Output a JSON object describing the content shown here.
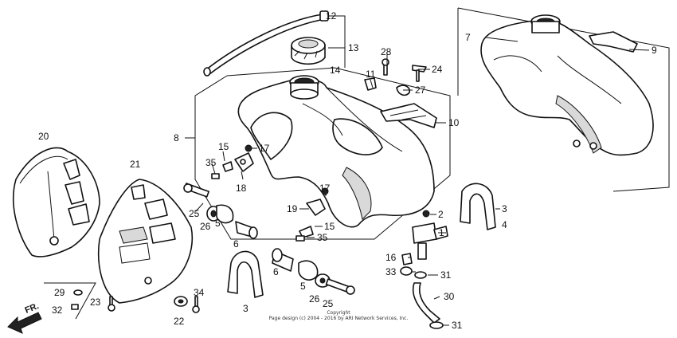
{
  "callouts": [
    {
      "id": "1",
      "label": "1"
    },
    {
      "id": "2",
      "label": "2"
    },
    {
      "id": "3a",
      "label": "3"
    },
    {
      "id": "3b",
      "label": "3"
    },
    {
      "id": "4",
      "label": "4"
    },
    {
      "id": "5a",
      "label": "5"
    },
    {
      "id": "5b",
      "label": "5"
    },
    {
      "id": "6a",
      "label": "6"
    },
    {
      "id": "6b",
      "label": "6"
    },
    {
      "id": "7",
      "label": "7"
    },
    {
      "id": "8",
      "label": "8"
    },
    {
      "id": "9",
      "label": "9"
    },
    {
      "id": "10",
      "label": "10"
    },
    {
      "id": "11",
      "label": "11"
    },
    {
      "id": "12",
      "label": "12"
    },
    {
      "id": "13",
      "label": "13"
    },
    {
      "id": "14",
      "label": "14"
    },
    {
      "id": "15a",
      "label": "15"
    },
    {
      "id": "15b",
      "label": "15"
    },
    {
      "id": "16",
      "label": "16"
    },
    {
      "id": "17a",
      "label": "17"
    },
    {
      "id": "17b",
      "label": "17"
    },
    {
      "id": "18",
      "label": "18"
    },
    {
      "id": "19",
      "label": "19"
    },
    {
      "id": "20",
      "label": "20"
    },
    {
      "id": "21",
      "label": "21"
    },
    {
      "id": "22",
      "label": "22"
    },
    {
      "id": "23",
      "label": "23"
    },
    {
      "id": "24",
      "label": "24"
    },
    {
      "id": "25a",
      "label": "25"
    },
    {
      "id": "25b",
      "label": "25"
    },
    {
      "id": "26a",
      "label": "26"
    },
    {
      "id": "26b",
      "label": "26"
    },
    {
      "id": "27",
      "label": "27"
    },
    {
      "id": "28",
      "label": "28"
    },
    {
      "id": "29",
      "label": "29"
    },
    {
      "id": "30",
      "label": "30"
    },
    {
      "id": "31a",
      "label": "31"
    },
    {
      "id": "31b",
      "label": "31"
    },
    {
      "id": "32",
      "label": "32"
    },
    {
      "id": "33",
      "label": "33"
    },
    {
      "id": "34",
      "label": "34"
    },
    {
      "id": "35a",
      "label": "35"
    },
    {
      "id": "35b",
      "label": "35"
    }
  ],
  "direction_label": "FR.",
  "copyright": {
    "line1": "Copyright",
    "line2": "Page design (c) 2004 - 2016 by ARI Network Services, Inc."
  },
  "colors": {
    "line": "#111111",
    "background": "#ffffff"
  }
}
